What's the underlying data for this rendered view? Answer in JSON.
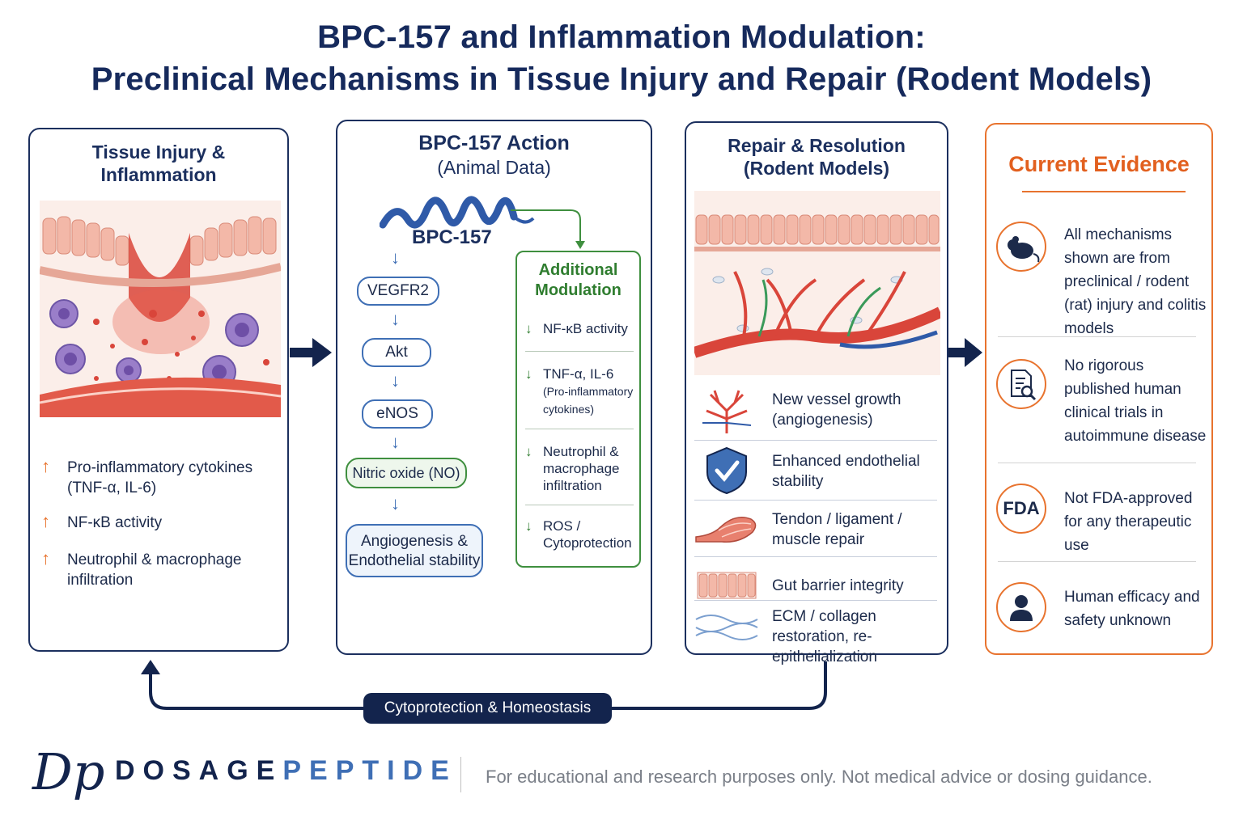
{
  "title": {
    "line1": "BPC-157 and Inflammation Modulation:",
    "line2": "Preclinical Mechanisms in Tissue Injury and Repair (Rodent Models)"
  },
  "panel_injury": {
    "title_l1": "Tissue Injury &",
    "title_l2": "Inflammation",
    "bullets": [
      {
        "arrow": "↑",
        "text": "Pro-inflammatory cytokines (TNF-α, IL-6)"
      },
      {
        "arrow": "↑",
        "text": "NF-κB activity"
      },
      {
        "arrow": "↑",
        "text": "Neutrophil & macrophage infiltration"
      }
    ]
  },
  "panel_action": {
    "title_l1": "BPC-157 Action",
    "title_l2": "(Animal Data)",
    "peptide_label": "BPC-157",
    "pathway": [
      "VEGFR2",
      "Akt",
      "eNOS",
      "Nitric oxide (NO)",
      "Angiogenesis & Endothelial stability"
    ],
    "additional": {
      "title_l1": "Additional",
      "title_l2": "Modulation",
      "items": [
        {
          "arrow": "↓",
          "text": "NF-κB activity",
          "note": ""
        },
        {
          "arrow": "↓",
          "text": "TNF-α, IL-6",
          "note": "(Pro-inflammatory cytokines)"
        },
        {
          "arrow": "↓",
          "text": "Neutrophil & macrophage infiltration",
          "note": ""
        },
        {
          "arrow": "↓",
          "text": "ROS / Cytoprotection",
          "note": ""
        }
      ]
    }
  },
  "panel_repair": {
    "title_l1": "Repair & Resolution",
    "title_l2": "(Rodent Models)",
    "items": [
      {
        "icon": "vessel-icon",
        "text": "New vessel growth (angiogenesis)"
      },
      {
        "icon": "shield-check-icon",
        "text": "Enhanced endothelial stability"
      },
      {
        "icon": "muscle-icon",
        "text": "Tendon / ligament / muscle repair"
      },
      {
        "icon": "gut-barrier-icon",
        "text": "Gut barrier integrity"
      },
      {
        "icon": "collagen-icon",
        "text": "ECM / collagen restoration, re-epithelialization"
      }
    ]
  },
  "panel_evidence": {
    "title": "Current Evidence",
    "items": [
      {
        "icon": "rat-icon",
        "text": "All mechanisms shown are from preclinical / rodent (rat) injury and colitis models"
      },
      {
        "icon": "document-search-icon",
        "text": "No rigorous published human clinical trials in autoimmune disease"
      },
      {
        "icon": "fda-icon",
        "icon_text": "FDA",
        "text": "Not FDA-approved for any therapeutic use"
      },
      {
        "icon": "person-icon",
        "text": "Human efficacy and safety unknown"
      }
    ]
  },
  "loop_label": "Cytoprotection & Homeostasis",
  "footer": {
    "logo": "Dp",
    "brand_part1": "DOSAGE",
    "brand_part2": "PEPTIDE",
    "disclaimer": "For educational and research purposes only. Not medical advice or dosing guidance."
  },
  "colors": {
    "navy": "#13244d",
    "orange": "#e8732e",
    "green": "#3f8f3f",
    "blue": "#3f6fb5"
  }
}
